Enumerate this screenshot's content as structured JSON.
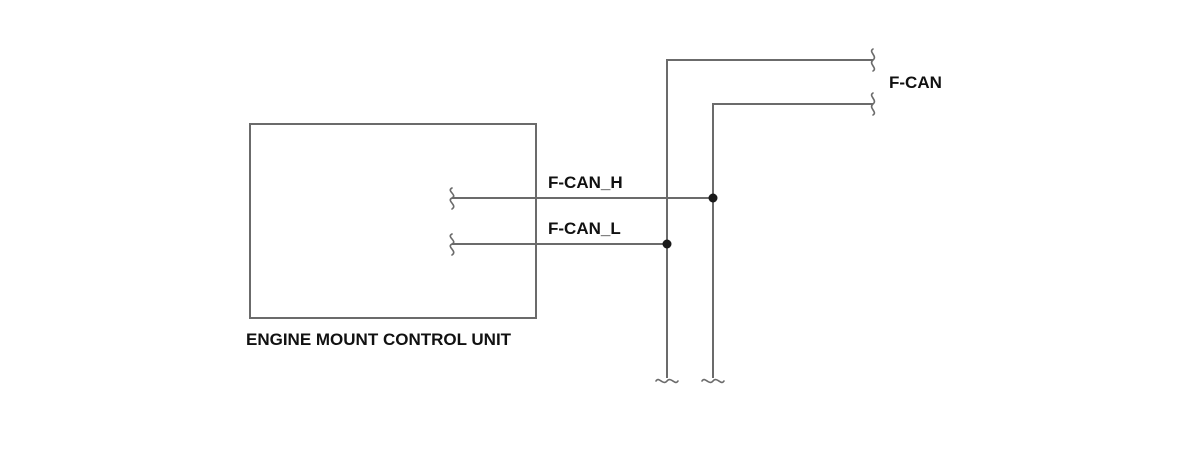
{
  "module": {
    "name": "ENGINE MOUNT CONTROL UNIT"
  },
  "signals": {
    "can_high": "F-CAN_H",
    "can_low": "F-CAN_L"
  },
  "bus": {
    "name": "F-CAN"
  }
}
